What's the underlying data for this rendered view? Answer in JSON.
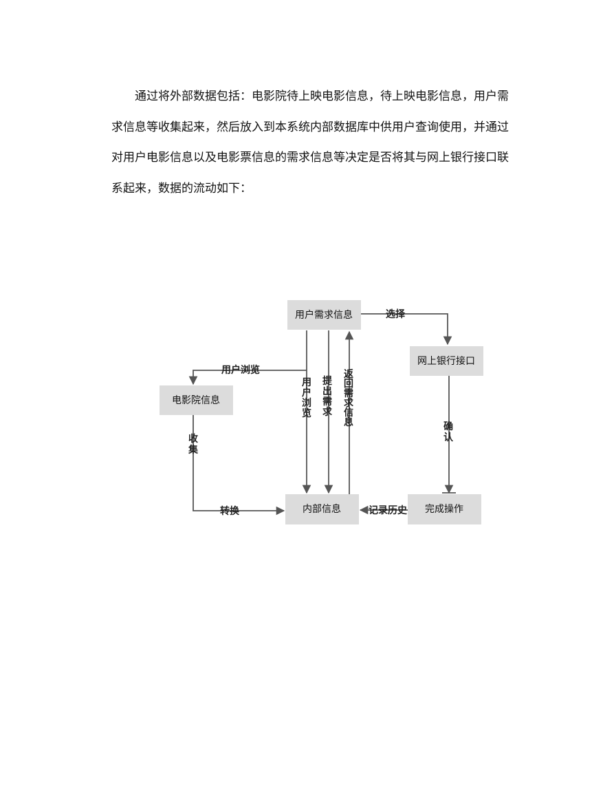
{
  "paragraph": "通过将外部数据包括：电影院待上映电影信息，待上映电影信息，用户需求信息等收集起来，然后放入到本系统内部数据库中供用户查询使用，并通过对用户电影信息以及电影票信息的需求信息等决定是否将其与网上银行接口联系起来，数据的流动如下：",
  "nodes": {
    "user_demand": "用户需求信息",
    "bank": "网上银行接口",
    "cinema": "电影院信息",
    "internal": "内部信息",
    "complete": "完成操作"
  },
  "edges": {
    "select": "选择",
    "browse_h": "用户浏览",
    "browse_v": "用户浏览",
    "submit": "提出需求",
    "return_info": "返回需求信息",
    "confirm": "确认",
    "collect": "收集",
    "convert": "转换",
    "record": "记录历史"
  },
  "colors": {
    "box": "#dcdcdc",
    "line": "#555555"
  }
}
